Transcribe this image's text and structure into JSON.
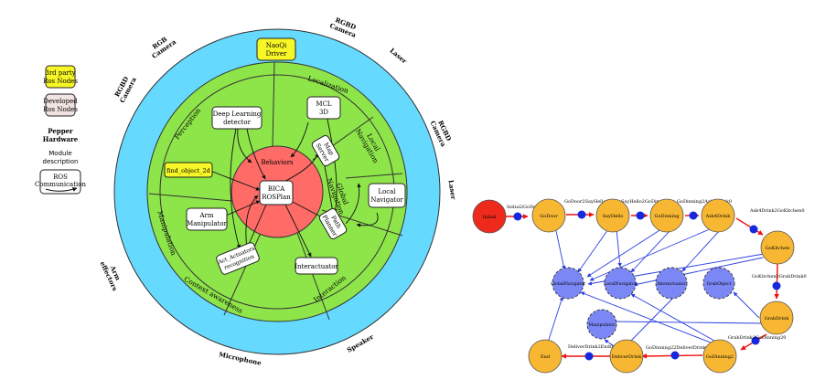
{
  "legend": {
    "third_party": [
      "3rd party",
      "Ros Nodes"
    ],
    "developed": [
      "Developed",
      "Ros Nodes"
    ],
    "hardware": [
      "Pepper",
      "Hardware"
    ],
    "module": [
      "Module",
      "description"
    ],
    "ros_comm": [
      "ROS",
      "Communication"
    ]
  },
  "hardware": {
    "rgbd_top": [
      "RGBD",
      "Camera"
    ],
    "laser_top": "Laser",
    "rgbd_right": [
      "RGBD",
      "Camera"
    ],
    "laser_right": "Laser",
    "speaker": "Speaker",
    "microphone": "Microphone",
    "arm": [
      "Arm",
      "effectors"
    ],
    "rgbd_left": [
      "RGBD",
      "Camera"
    ],
    "rgb_left": [
      "RGB",
      "Camera"
    ]
  },
  "sectors": {
    "perception": "Perception",
    "localization": "Localization",
    "local_navigation": [
      "Local",
      "Navigation"
    ],
    "global_navigation": [
      "Global",
      "Navigation"
    ],
    "interaction": "Interaction",
    "context_awareness": "Context awareness",
    "manipulation": "Manipulation"
  },
  "nodes": {
    "naoqi": [
      "NaoQi",
      "Driver"
    ],
    "deep_learning": [
      "Deep Learning",
      "detector"
    ],
    "mcl": [
      "MCL",
      "3D"
    ],
    "map_server": [
      "Map",
      "Server"
    ],
    "local_navigator": [
      "Local",
      "Navigator"
    ],
    "path_planner": [
      "Path",
      "Planner"
    ],
    "find_object": "find_object_2d",
    "bica": [
      "BICA",
      "ROSPlan"
    ],
    "behaviors": "Behaviors",
    "arm_manipulator": [
      "Arm",
      "Manipulator"
    ],
    "actuators": [
      "Act_Actuators",
      "recognition"
    ],
    "interactuator": "Interactuator"
  },
  "states": {
    "initial": "Initial",
    "go_door": "GoDoor",
    "say_hello": "SayHello",
    "go_dinning": "GoDinning",
    "ask4drink": "Ask4Drink",
    "go_kitchen": "GoKitchen",
    "grab_drink": "GrabDrink",
    "go_dinning2": "GoDinning2",
    "deliver_drink": "DeliverDrink",
    "end": "End",
    "global_navigator": "GlobalNavigator",
    "local_navigator": "LocalNavigator",
    "interactuator": "Interactuator",
    "grab_object": "GrabObject",
    "manipulator": "Manipulator"
  },
  "transitions": {
    "t1": "Initial2GoDoor0",
    "t2": "GoDoor2SayHello0",
    "t3": "SayHello2GoDinning0",
    "t4": "GoDinning2Ask4Drink0",
    "t5": "Ask4Drink2GoKitchen0",
    "t6": "GoKitchen2GrabDrink0",
    "t7": "GrabDrink2GoDinning20",
    "t8": "GoDinning22DeliverDrink0",
    "t9": "DeliverDrink2End0"
  },
  "colors": {
    "outer_ring": "#66d9ff",
    "green_ring": "#8ee54a",
    "core": "#ff6b66",
    "third_party_fill": "#f7f728",
    "developed_fill": "#f2e3e3",
    "state_fill": "#f7b733",
    "initial_fill": "#ee2a1c",
    "component_fill": "#7b87f5",
    "transition_dot": "#1428e0",
    "arrow_red": "#ee1111",
    "arrow_blue": "#2a3fe0"
  }
}
